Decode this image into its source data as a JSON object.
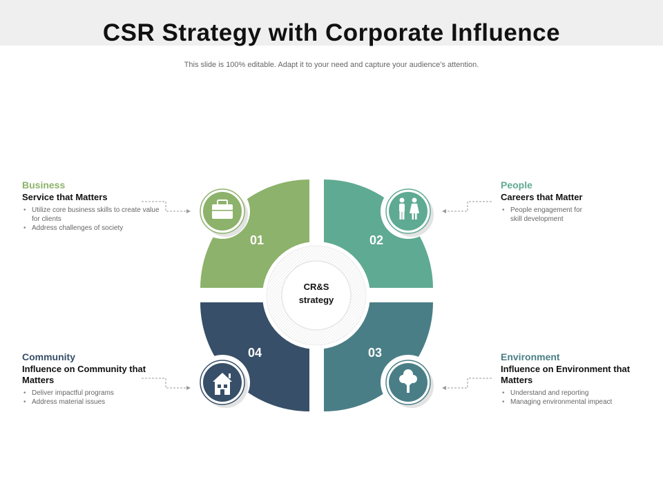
{
  "slide": {
    "title": "CSR Strategy with Corporate Influence",
    "subtitle": "This slide is 100% editable. Adapt it to your need and capture your audience’s attention."
  },
  "center": {
    "line1": "CR&S",
    "line2": "strategy"
  },
  "quadrants": [
    {
      "number": "01",
      "color": "#8db26b",
      "icon": "briefcase-icon",
      "heading": "Business",
      "subheading": "Service that Matters",
      "bullets": [
        "Utilize core business skills to create value for clients",
        "Address challenges of society"
      ]
    },
    {
      "number": "02",
      "color": "#5faa92",
      "icon": "people-icon",
      "heading": "People",
      "subheading": "Careers that Matter",
      "bullets": [
        "People engagement for skill development"
      ]
    },
    {
      "number": "03",
      "color": "#4a7e86",
      "icon": "tree-icon",
      "heading": "Environment",
      "subheading": "Influence on Environment that Matters",
      "bullets": [
        "Understand and reporting",
        "Managing environmental impeact"
      ]
    },
    {
      "number": "04",
      "color": "#374f68",
      "icon": "house-icon",
      "heading": "Community",
      "subheading": "Influence on Community that Matters",
      "bullets": [
        "Deliver impactful programs",
        "Address material issues"
      ]
    }
  ]
}
